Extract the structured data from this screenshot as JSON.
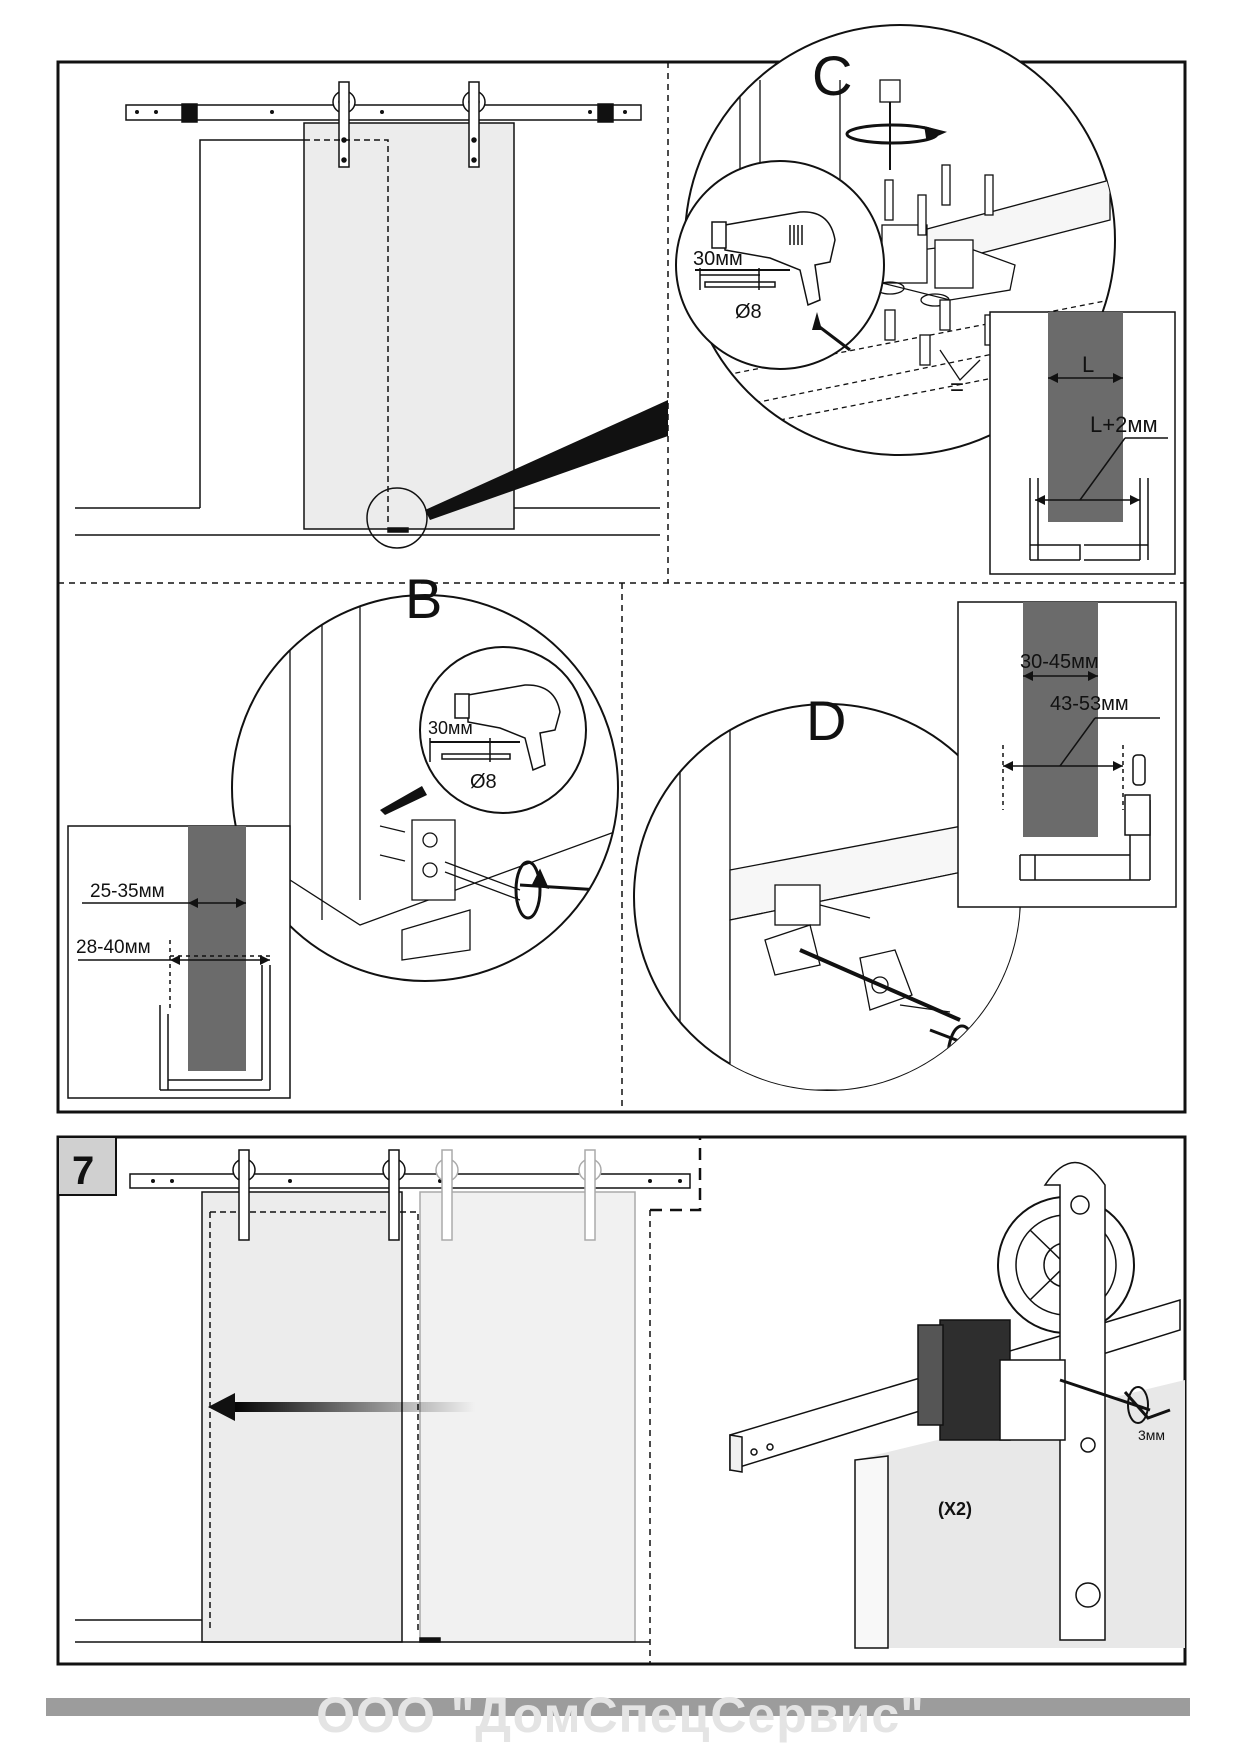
{
  "panels": {
    "c_label": "C",
    "b_label": "B",
    "d_label": "D",
    "step_number": "7"
  },
  "dims": {
    "c_drill_depth": "30мм",
    "c_drill_diameter": "Ø8",
    "c_equal_mark": "=",
    "c_width_l": "L",
    "c_width_l2": "L+2мм",
    "b_drill_depth": "30мм",
    "b_drill_diameter": "Ø8",
    "b_door_thickness": "25-35мм",
    "b_guide_width": "28-40мм",
    "d_door_thickness": "30-45мм",
    "d_guide_width": "43-53мм",
    "step7_hex_key": "3мм",
    "step7_quantity": "(X2)"
  },
  "footer": {
    "watermark": "ООО \"ДомСпецСервис\""
  },
  "colors": {
    "door_fill": "#ececec",
    "dark_door": "#6b6b6b",
    "stroke": "#111111",
    "footer_bar": "#9c9c9c"
  },
  "icons": [
    "drill-icon",
    "screwdriver-icon",
    "hex-key-icon",
    "wheel-icon",
    "rotation-arrow-icon",
    "slide-arrow-icon"
  ]
}
